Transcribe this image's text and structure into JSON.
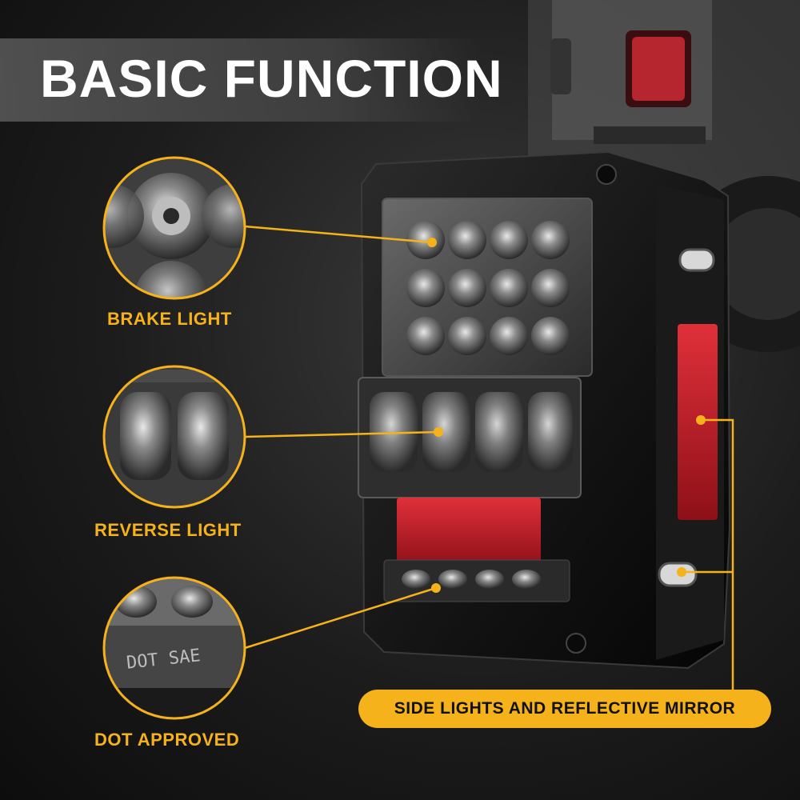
{
  "title": "BASIC FUNCTION",
  "callouts": {
    "brake": "BRAKE LIGHT",
    "reverse": "REVERSE LIGHT",
    "dot": "DOT APPROVED",
    "side": "SIDE LIGHTS AND REFLECTIVE MIRROR"
  },
  "detail_texts": {
    "dot_marking": "DOT SAE"
  },
  "colors": {
    "accent": "#f5b21b",
    "reflector_red": "#c8202a",
    "title_text": "#ffffff"
  }
}
